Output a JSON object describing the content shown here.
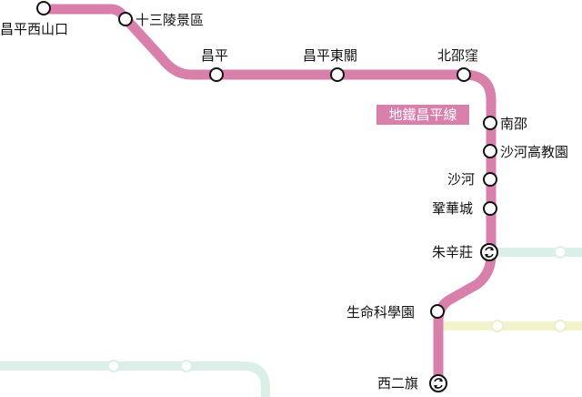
{
  "line": {
    "name": "地鐵昌平線",
    "color": "#d97fab",
    "stations": [
      {
        "id": "changping-xishankou",
        "name": "昌平西山口"
      },
      {
        "id": "ming-tombs",
        "name": "十三陵景區"
      },
      {
        "id": "changping",
        "name": "昌平"
      },
      {
        "id": "changping-dongguan",
        "name": "昌平東關"
      },
      {
        "id": "beishaowa",
        "name": "北邵窪"
      },
      {
        "id": "nanshao",
        "name": "南邵"
      },
      {
        "id": "shahe-university-park",
        "name": "沙河高教園"
      },
      {
        "id": "shahe",
        "name": "沙河"
      },
      {
        "id": "gonghuacheng",
        "name": "鞏華城"
      },
      {
        "id": "zhuxinzhuang",
        "name": "朱辛莊"
      },
      {
        "id": "life-science-park",
        "name": "生命科學園"
      },
      {
        "id": "xierqi",
        "name": "西二旗"
      }
    ]
  },
  "other_lines": [
    {
      "id": "green-line",
      "color": "#dcefe6"
    },
    {
      "id": "yellow-line",
      "color": "#f2f2cc"
    },
    {
      "id": "lower-green-line",
      "color": "#dcefe6"
    }
  ]
}
